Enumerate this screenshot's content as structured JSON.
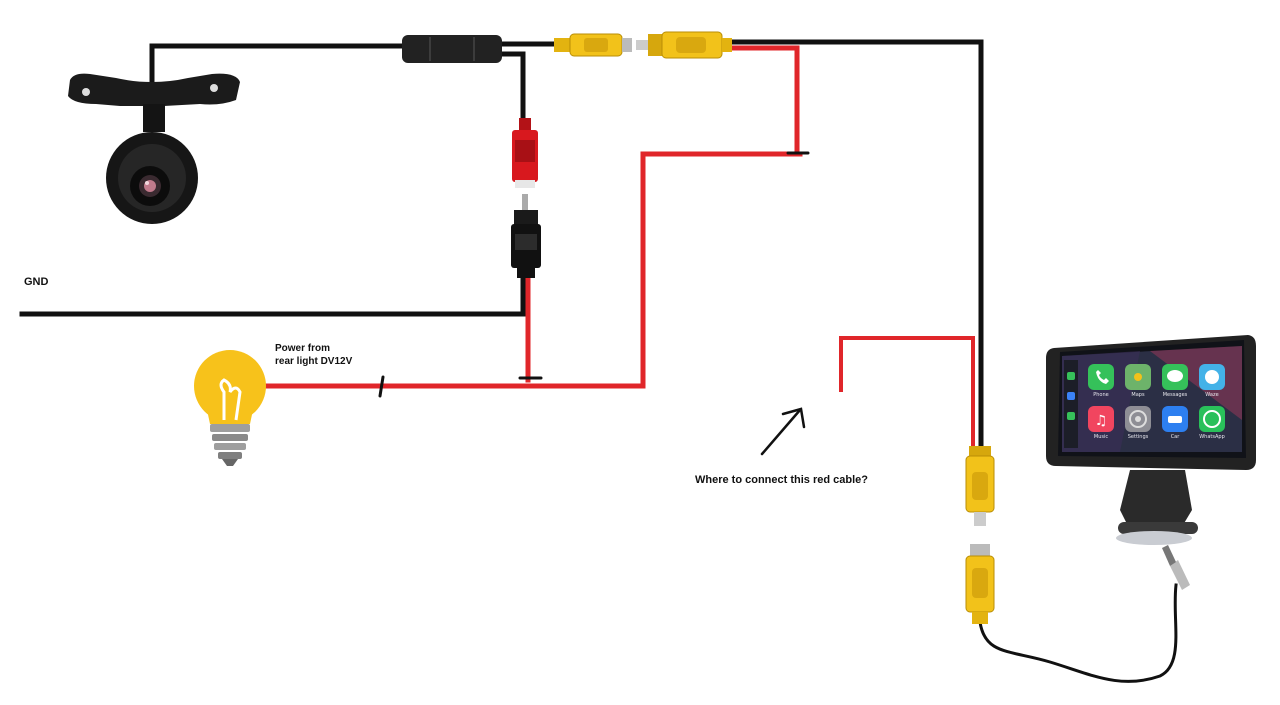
{
  "labels": {
    "gnd": "GND",
    "power_line1": "Power from",
    "power_line2": "rear light DV12V",
    "question": "Where to connect this red cable?"
  },
  "monitor_apps": [
    {
      "name": "Phone"
    },
    {
      "name": "Maps"
    },
    {
      "name": "Messages"
    },
    {
      "name": "Waze"
    },
    {
      "name": "Music"
    },
    {
      "name": "Settings"
    },
    {
      "name": "Car"
    },
    {
      "name": "WhatsApp"
    }
  ],
  "colors": {
    "wire_ground": "#111111",
    "wire_power": "#e0262a",
    "rca_yellow": "#f2c21a",
    "dc_red": "#d8181e",
    "bulb": "#f7c21b",
    "monitor_bezel": "#222222"
  }
}
